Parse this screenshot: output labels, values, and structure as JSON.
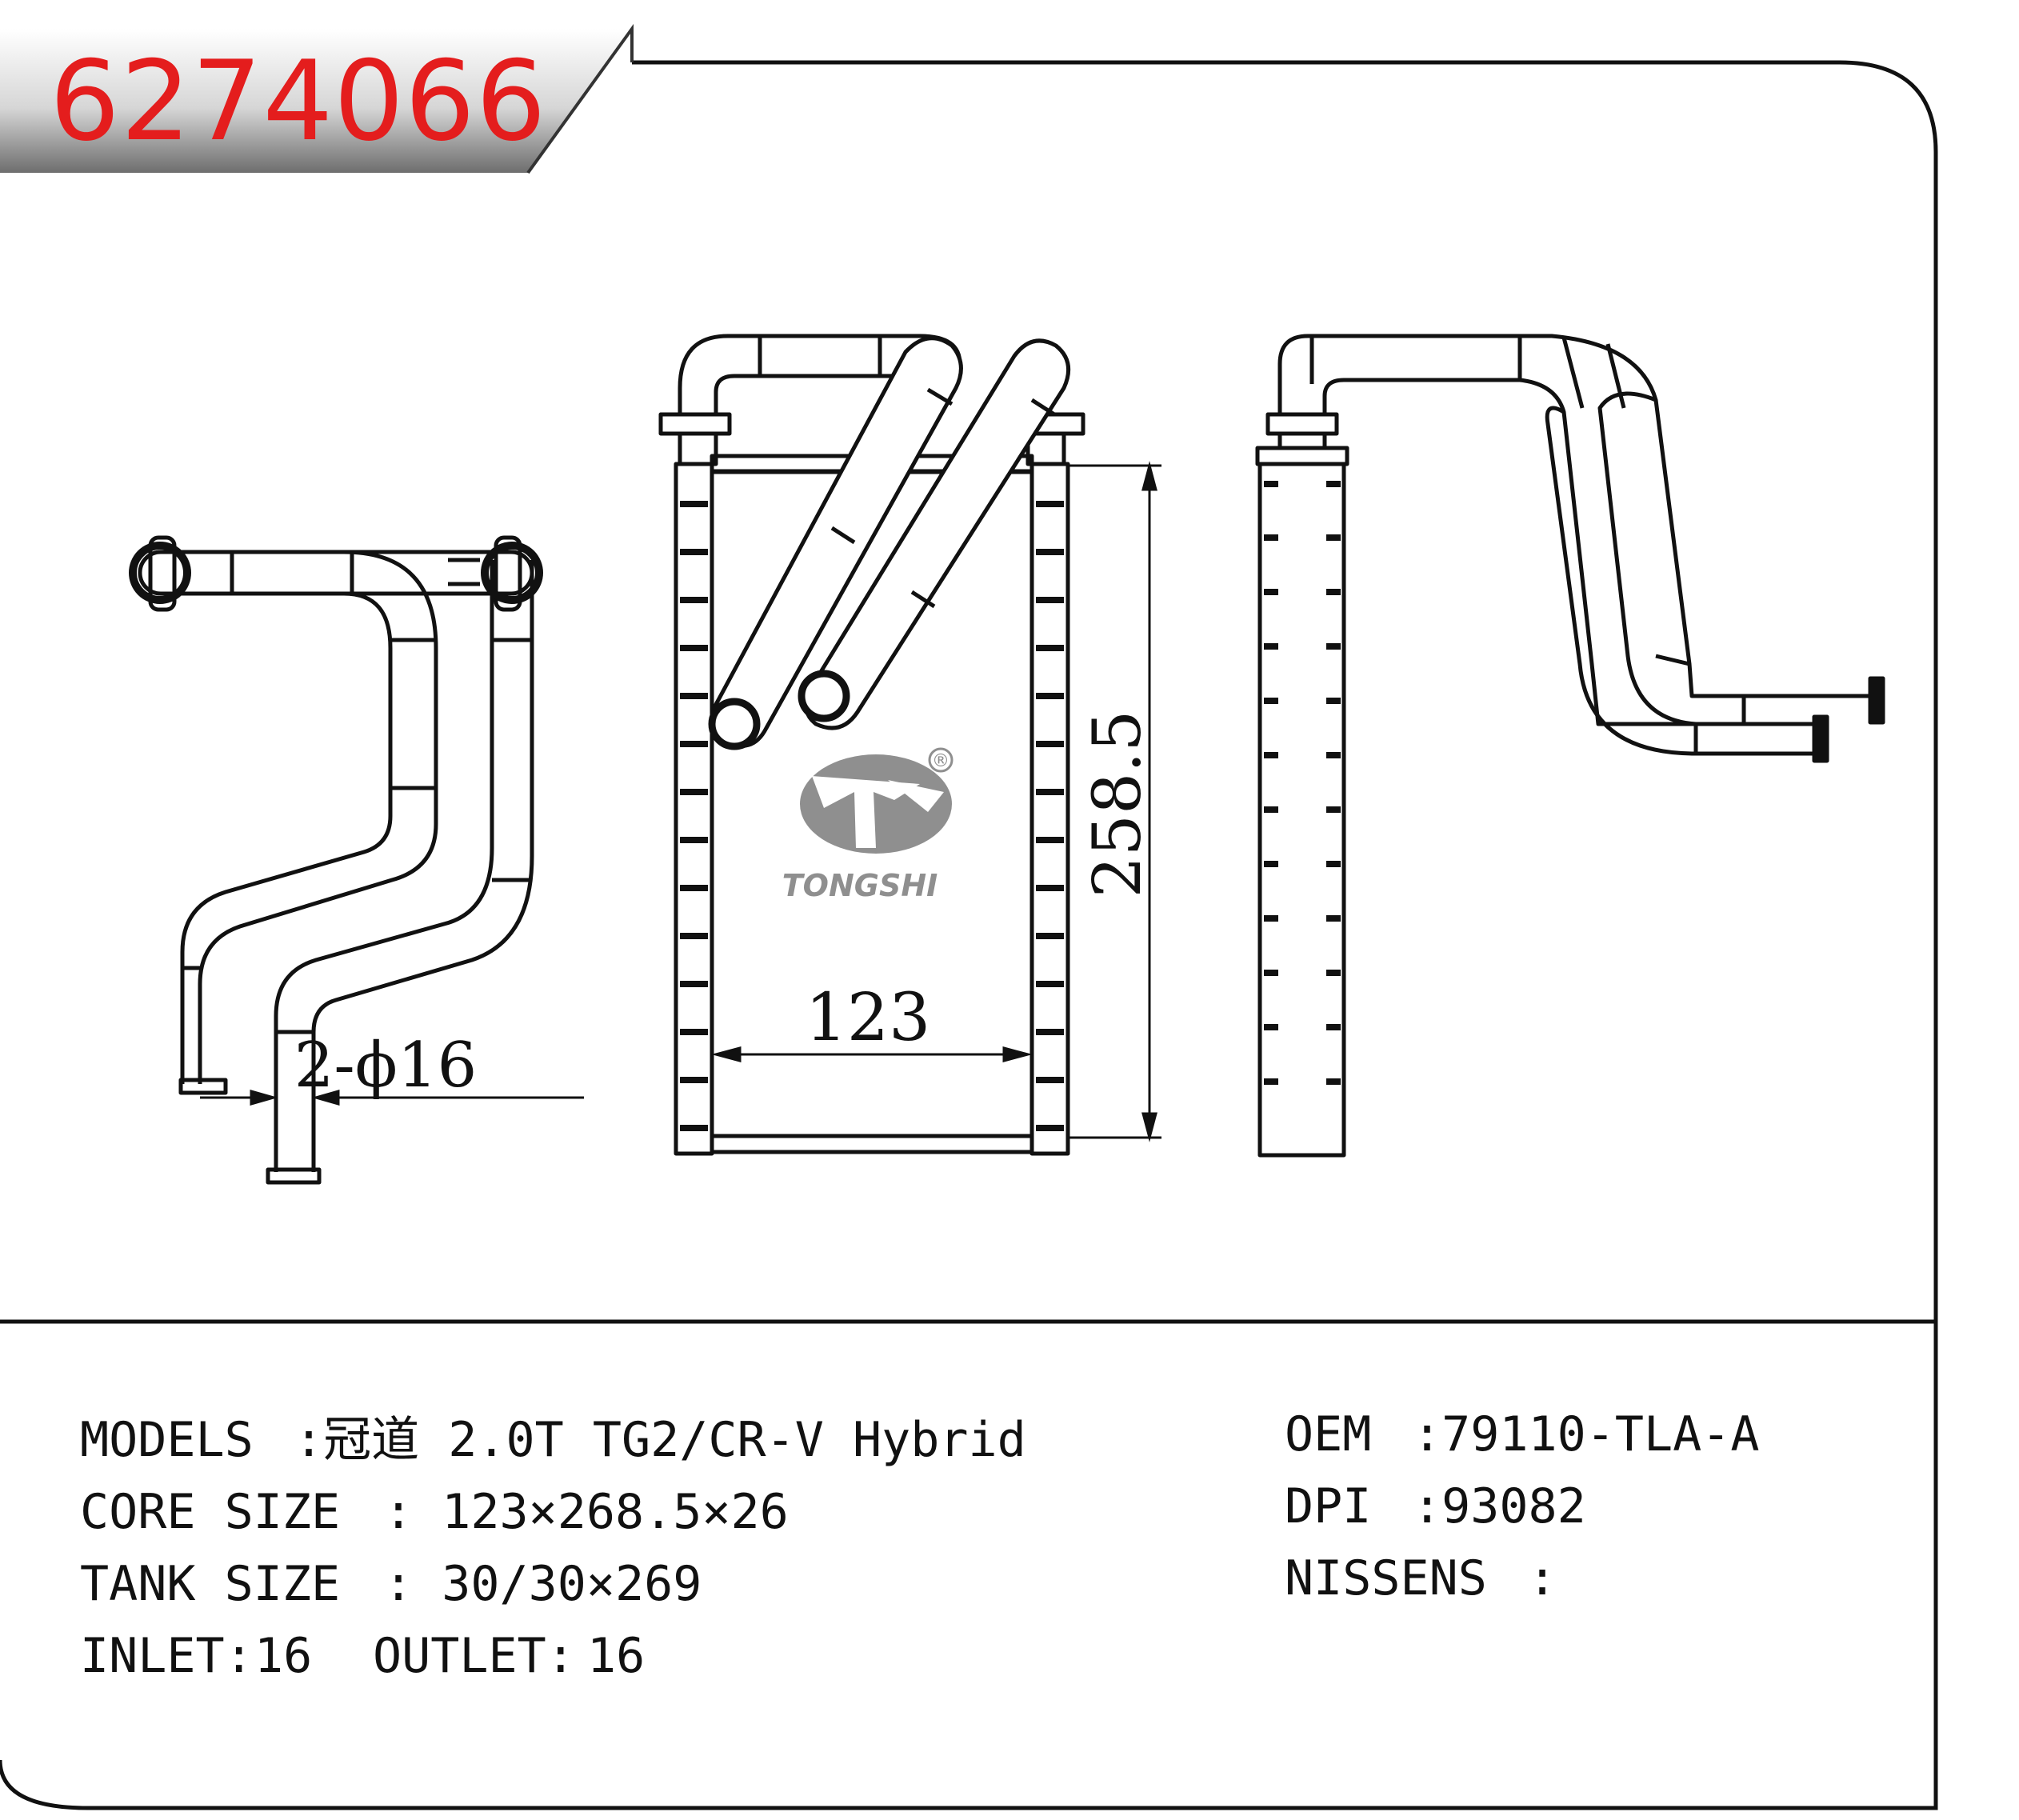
{
  "header": {
    "part_number": "6274066"
  },
  "brand": {
    "name": "TONGSHI",
    "registered_mark": "®"
  },
  "dimensions": {
    "width_label": "123",
    "height_label": "258.5",
    "pipe_label": "2-ϕ16"
  },
  "specs": {
    "models_label": "MODELS",
    "models_value": ":冠道 2.0T TG2/CR-V Hybrid",
    "core_label": "CORE SIZE",
    "core_value": ": 123×268.5×26",
    "tank_label": "TANK SIZE",
    "tank_value": ": 30/30×269",
    "inlet_label": "INLET:",
    "inlet_value": "16",
    "outlet_label": "OUTLET:",
    "outlet_value": "16",
    "oem_label": "OEM",
    "oem_value": ":79110-TLA-A",
    "dpi_label": "DPI",
    "dpi_value": ":93082",
    "nissens_label": "NISSENS",
    "nissens_value": ":"
  },
  "colors": {
    "part_number": "#e41d1d",
    "line": "#111111",
    "logo": "#8f8f8f"
  }
}
